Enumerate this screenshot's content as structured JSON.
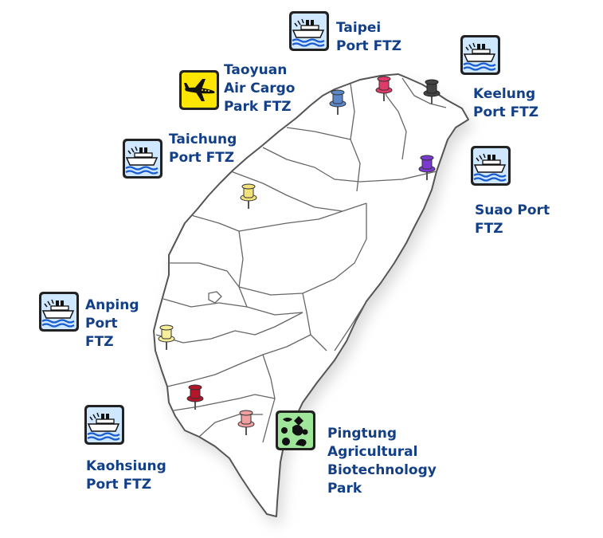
{
  "colors": {
    "label_text": "#123f86",
    "island_fill": "#ffffff",
    "island_stroke": "#555555",
    "shadow": "#dddddd",
    "port_icon_bg": "#cfe8ff",
    "airport_icon_bg": "#ffe600",
    "agri_icon_bg": "#9fe59a"
  },
  "zones": [
    {
      "id": "taipei",
      "icon": "ship-icon",
      "lines": [
        "Taipei",
        "Port FTZ"
      ],
      "pin_color": "#e03a6a"
    },
    {
      "id": "keelung",
      "icon": "ship-icon",
      "lines": [
        "Keelung",
        "Port FTZ"
      ],
      "pin_color": "#444444"
    },
    {
      "id": "taoyuan",
      "icon": "airplane-icon",
      "lines": [
        "Taoyuan",
        "Air Cargo",
        "Park FTZ"
      ],
      "pin_color": "#5b87c8"
    },
    {
      "id": "taichung",
      "icon": "ship-icon",
      "lines": [
        "Taichung",
        "Port FTZ"
      ],
      "pin_color": "#f3e27a"
    },
    {
      "id": "suao",
      "icon": "ship-icon",
      "lines": [
        "Suao Port",
        "FTZ"
      ],
      "pin_color": "#7a3ad0"
    },
    {
      "id": "anping",
      "icon": "ship-icon",
      "lines": [
        "Anping",
        "Port",
        "FTZ"
      ],
      "pin_color": "#f6ee9a"
    },
    {
      "id": "kaohsiung",
      "icon": "ship-icon",
      "lines": [
        "Kaohsiung",
        "Port FTZ"
      ],
      "pin_color": "#b3162a"
    },
    {
      "id": "pingtung",
      "icon": "agriculture-icon",
      "lines": [
        "Pingtung",
        "Agricultural",
        "Biotechnology",
        "Park"
      ],
      "pin_color": "#f0a0a0"
    }
  ]
}
